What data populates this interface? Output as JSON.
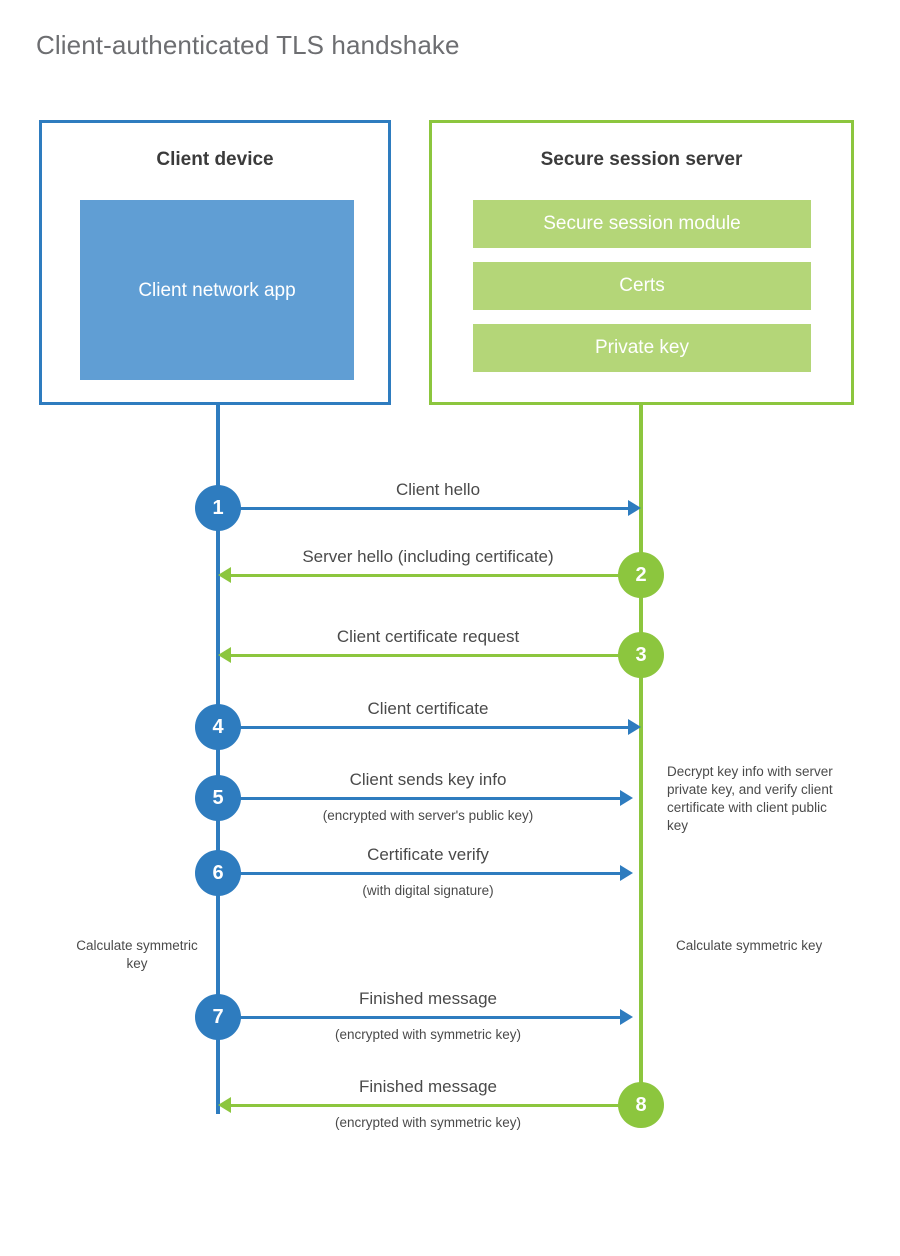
{
  "title": "Client-authenticated TLS handshake",
  "colors": {
    "client_blue": "#2e7cbf",
    "client_app_blue": "#609ed4",
    "server_green": "#8cc63e",
    "server_bar_green": "#b4d678",
    "text_gray": "#4a4a4a",
    "title_gray": "#6d6e71"
  },
  "actors": {
    "client": {
      "title": "Client device",
      "component": "Client network app"
    },
    "server": {
      "title": "Secure session server",
      "components": [
        "Secure session module",
        "Certs",
        "Private key"
      ]
    }
  },
  "messages": [
    {
      "step": "1",
      "label": "Client hello",
      "sublabel": "",
      "direction": "client-to-server",
      "color": "blue"
    },
    {
      "step": "2",
      "label": "Server hello (including certificate)",
      "sublabel": "",
      "direction": "server-to-client",
      "color": "green"
    },
    {
      "step": "3",
      "label": "Client certificate request",
      "sublabel": "",
      "direction": "server-to-client",
      "color": "green"
    },
    {
      "step": "4",
      "label": "Client certificate",
      "sublabel": "",
      "direction": "client-to-server",
      "color": "blue"
    },
    {
      "step": "5",
      "label": "Client sends key info",
      "sublabel": "(encrypted with server's public key)",
      "direction": "client-to-server",
      "color": "blue"
    },
    {
      "step": "6",
      "label": "Certificate verify",
      "sublabel": "(with digital signature)",
      "direction": "client-to-server",
      "color": "blue"
    },
    {
      "step": "7",
      "label": "Finished message",
      "sublabel": "(encrypted with symmetric key)",
      "direction": "client-to-server",
      "color": "blue"
    },
    {
      "step": "8",
      "label": "Finished message",
      "sublabel": "(encrypted with symmetric key)",
      "direction": "server-to-client",
      "color": "green"
    }
  ],
  "notes": {
    "server_decrypt": "Decrypt key info with server private key, and verify client certificate with client public key",
    "calculate_client": "Calculate symmetric key",
    "calculate_server": "Calculate symmetric key"
  }
}
